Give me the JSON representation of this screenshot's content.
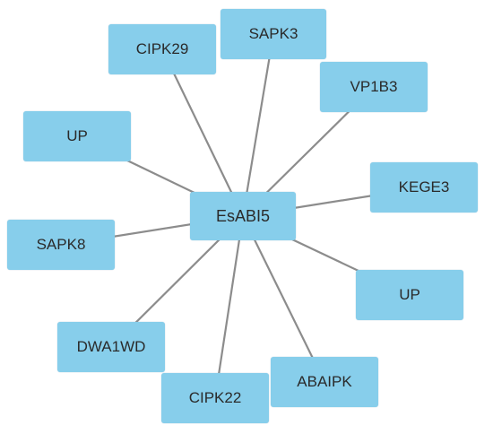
{
  "diagram": {
    "hub": {
      "id": "hub",
      "label": "EsABI5"
    },
    "nodes": [
      {
        "id": "cipk29",
        "label": "CIPK29"
      },
      {
        "id": "sapk3",
        "label": "SAPK3"
      },
      {
        "id": "vp1b3",
        "label": "VP1B3"
      },
      {
        "id": "up-left",
        "label": "UP"
      },
      {
        "id": "kege3",
        "label": "KEGE3"
      },
      {
        "id": "sapk8",
        "label": "SAPK8"
      },
      {
        "id": "up-right",
        "label": "UP"
      },
      {
        "id": "dwa1wd",
        "label": "DWA1WD"
      },
      {
        "id": "abaipk",
        "label": "ABAIPK"
      },
      {
        "id": "cipk22",
        "label": "CIPK22"
      }
    ],
    "edges": [
      [
        "hub",
        "cipk29"
      ],
      [
        "hub",
        "sapk3"
      ],
      [
        "hub",
        "vp1b3"
      ],
      [
        "hub",
        "up-left"
      ],
      [
        "hub",
        "kege3"
      ],
      [
        "hub",
        "sapk8"
      ],
      [
        "hub",
        "up-right"
      ],
      [
        "hub",
        "dwa1wd"
      ],
      [
        "hub",
        "abaipk"
      ],
      [
        "hub",
        "cipk22"
      ]
    ],
    "colors": {
      "node_fill": "#87ceeb",
      "edge": "#8c8c8c",
      "text": "#2a2a2a"
    }
  }
}
